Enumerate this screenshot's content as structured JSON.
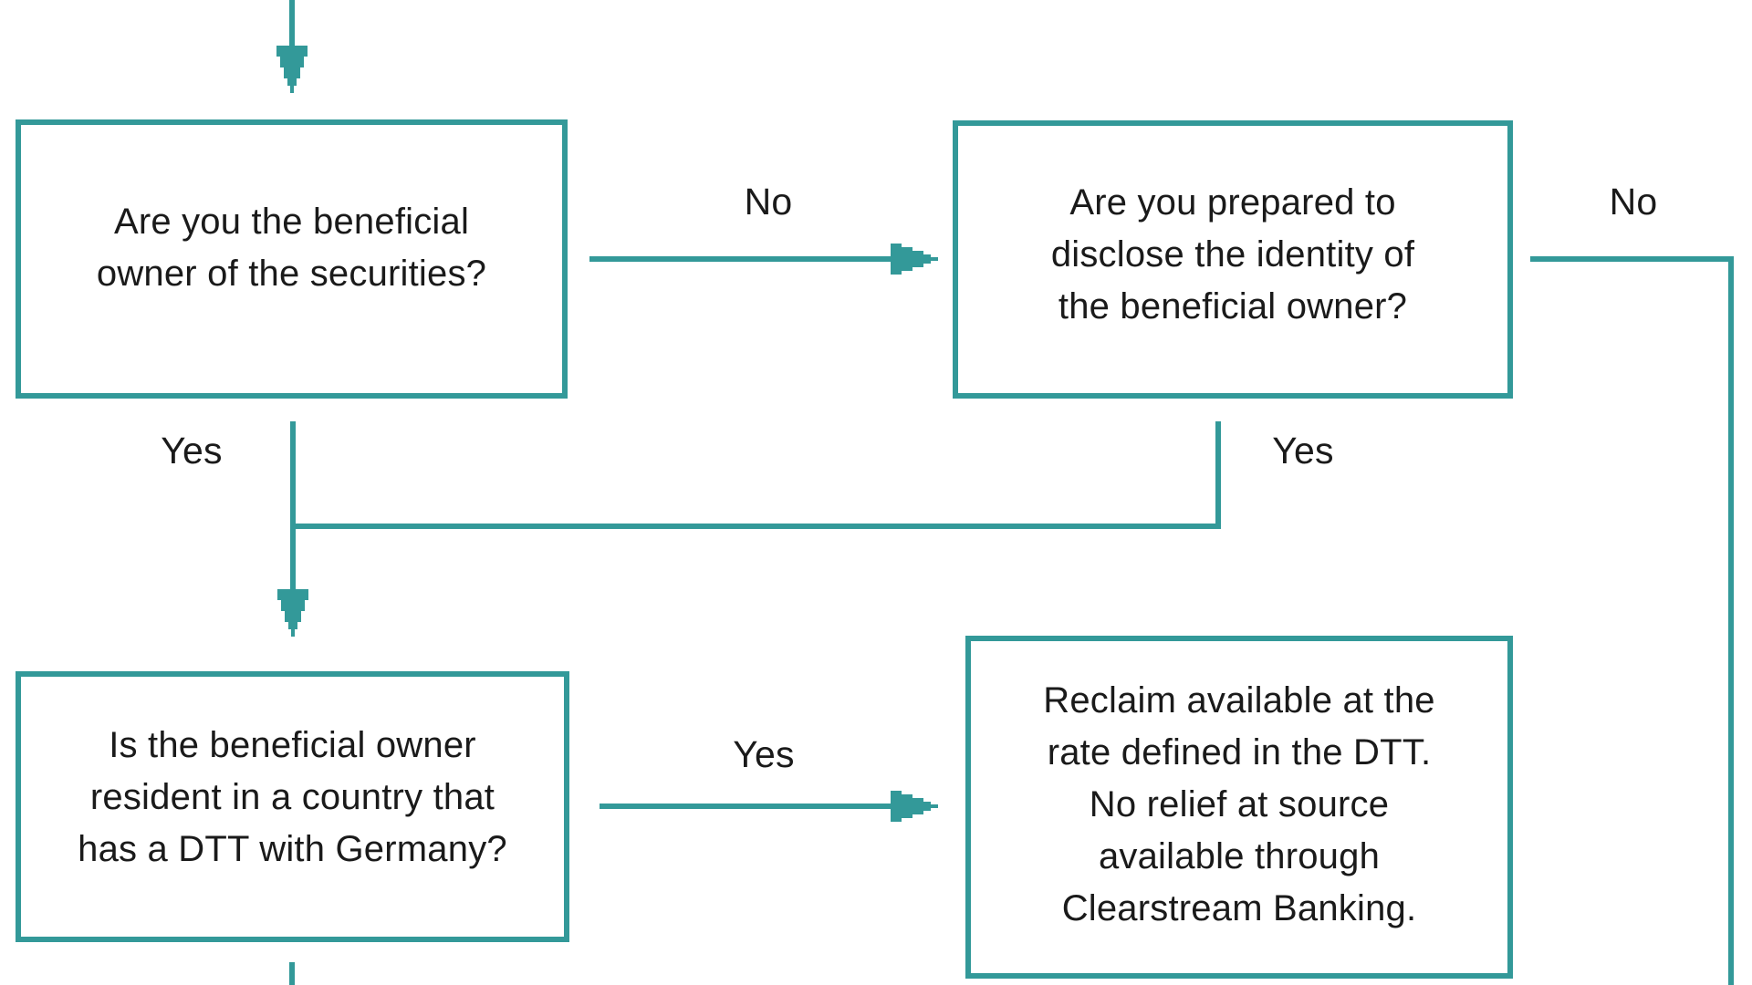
{
  "colors": {
    "accent": "#339999",
    "text": "#1a1a1a",
    "background": "#ffffff"
  },
  "flowchart": {
    "type": "decision-tree",
    "nodes": [
      {
        "id": "q1",
        "kind": "question",
        "lines": [
          "Are you the beneficial",
          "owner of the securities?"
        ]
      },
      {
        "id": "q2",
        "kind": "question",
        "lines": [
          "Are you prepared to",
          "disclose the identity of",
          "the beneficial owner?"
        ]
      },
      {
        "id": "q3",
        "kind": "question",
        "lines": [
          "Is the beneficial owner",
          "resident in a country that",
          "has a DTT with Germany?"
        ]
      },
      {
        "id": "outcome",
        "kind": "result",
        "lines": [
          "Reclaim available at the",
          "rate defined in the DTT.",
          "No relief at source",
          "available through",
          "Clearstream Banking."
        ]
      }
    ],
    "edges": [
      {
        "from": "start-offpage-top",
        "to": "q1",
        "label": ""
      },
      {
        "from": "q1",
        "to": "q2",
        "label": "No"
      },
      {
        "from": "q2",
        "to": "offpage-right",
        "label": "No"
      },
      {
        "from": "q1",
        "to": "q3",
        "label": "Yes"
      },
      {
        "from": "q2",
        "to": "q3",
        "label": "Yes"
      },
      {
        "from": "q3",
        "to": "outcome",
        "label": "Yes"
      },
      {
        "from": "q3",
        "to": "offpage-bottom",
        "label": ""
      }
    ]
  }
}
